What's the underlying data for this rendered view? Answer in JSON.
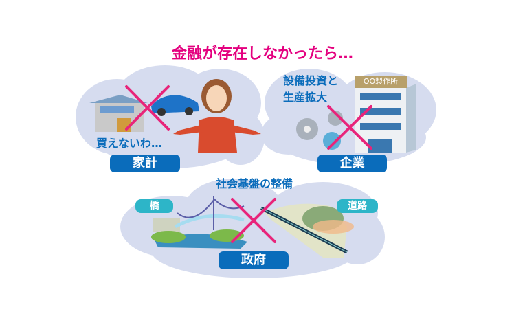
{
  "title": "金融が存在しなかったら…",
  "household": {
    "caption": "買えないわ…",
    "label": "家計"
  },
  "company": {
    "caption_line1": "設備投資と",
    "caption_line2": "生産拡大",
    "building_sign": "OO製作所",
    "label": "企業"
  },
  "government": {
    "caption": "社会基盤の整備",
    "bridge_badge": "橋",
    "road_badge": "道路",
    "label": "政府"
  },
  "colors": {
    "title": "#e4007f",
    "label_blue": "#0a6cbb",
    "badge_teal": "#2db5c8",
    "cloud": "#d6dcef",
    "cross": "#e8247a",
    "sign_gold": "#b8a06a"
  }
}
